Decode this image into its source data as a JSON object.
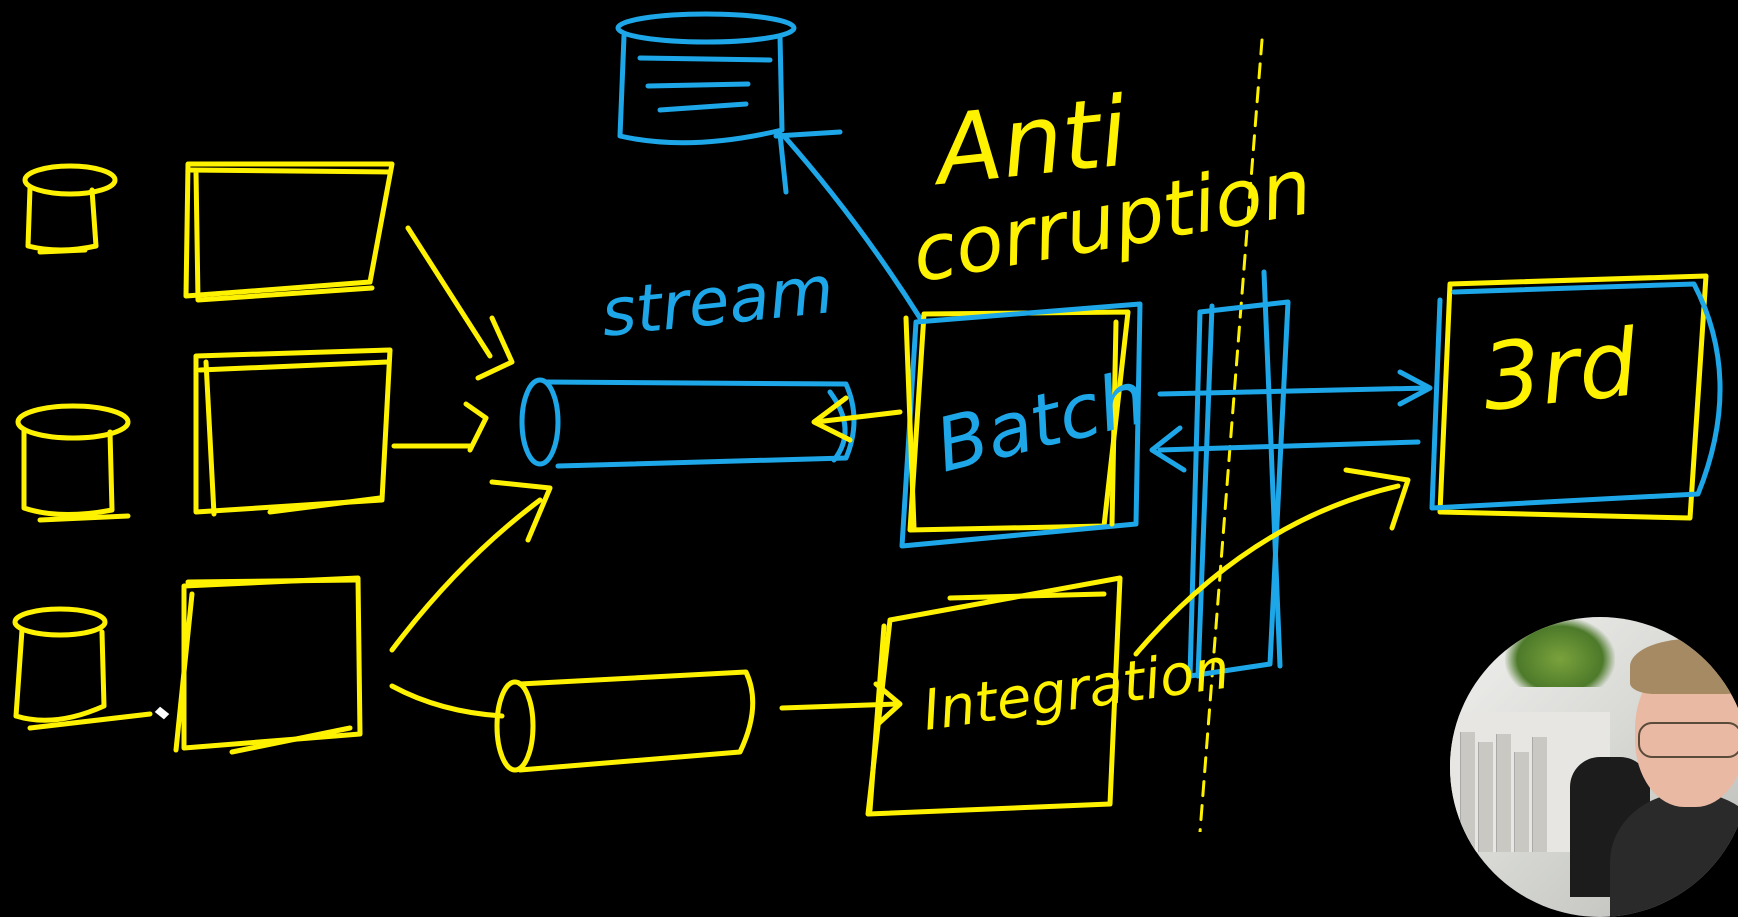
{
  "labels": {
    "stream": "stream",
    "anti": "Anti",
    "corruption": "corruption",
    "batch": "Batch",
    "integration": "Integration",
    "third_party": "3rd"
  },
  "colors": {
    "background": "#000000",
    "yellow_ink": "#FFF200",
    "blue_ink": "#1EA7E8"
  }
}
